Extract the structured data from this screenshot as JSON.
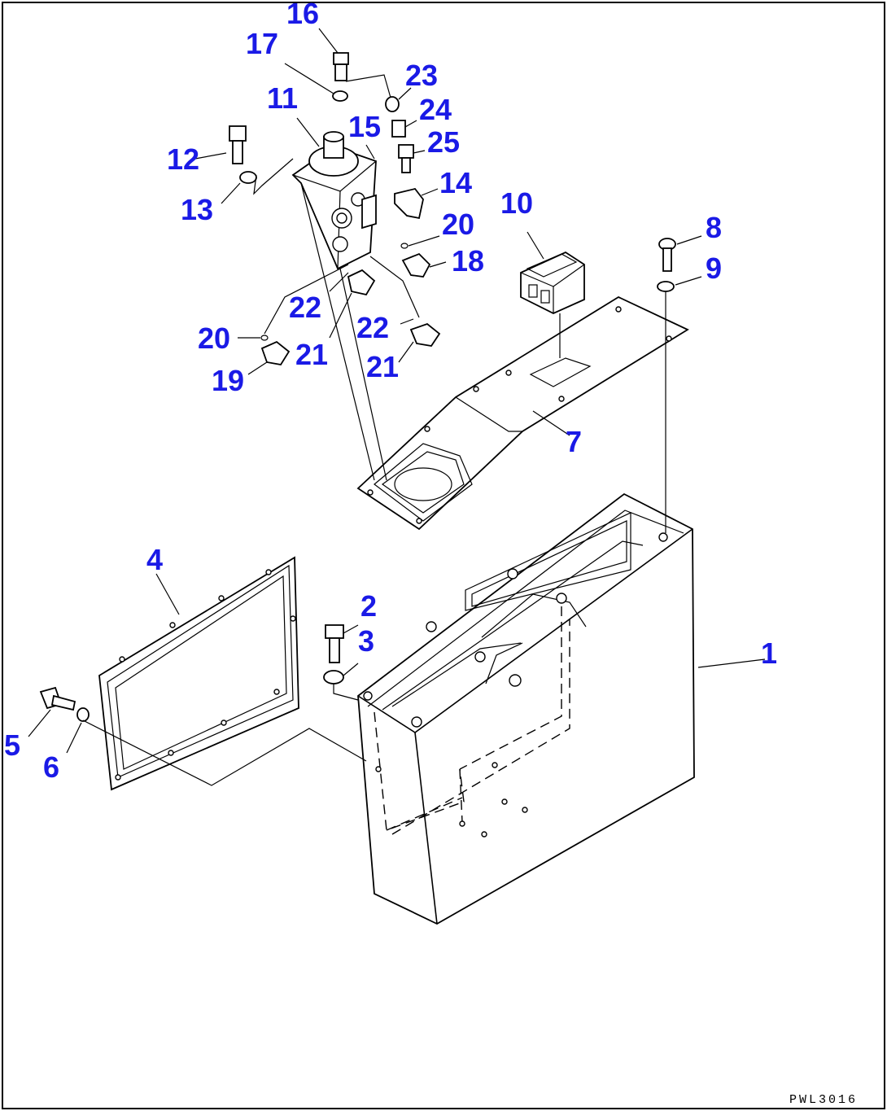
{
  "drawing_code": "PWL3016",
  "callouts": [
    "1",
    "2",
    "3",
    "4",
    "5",
    "6",
    "7",
    "8",
    "9",
    "10",
    "11",
    "12",
    "13",
    "14",
    "15",
    "16",
    "17",
    "18",
    "19",
    "20",
    "21",
    "22",
    "23",
    "24",
    "25"
  ],
  "part_labels": {
    "p1": "1",
    "p2": "2",
    "p3": "3",
    "p4": "4",
    "p5": "5",
    "p6": "6",
    "p7": "7",
    "p8": "8",
    "p9": "9",
    "p10": "10",
    "p11": "11",
    "p12": "12",
    "p13": "13",
    "p14": "14",
    "p15": "15",
    "p16": "16",
    "p17": "17",
    "p18": "18",
    "p19": "19",
    "p20a": "20",
    "p20b": "20",
    "p21a": "21",
    "p21b": "21",
    "p22a": "22",
    "p22b": "22",
    "p23": "23",
    "p24": "24",
    "p25": "25"
  },
  "colors": {
    "callout": "#1a1ae6",
    "line": "#000000",
    "frame": "#000000"
  }
}
